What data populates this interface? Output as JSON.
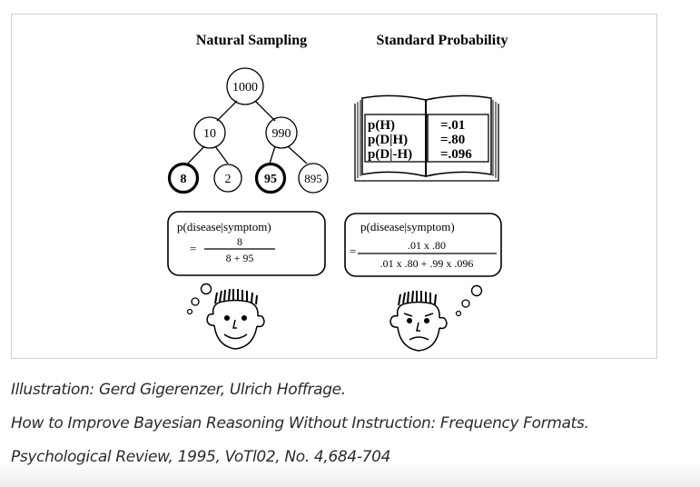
{
  "figure": {
    "left_panel": {
      "title": "Natural Sampling",
      "tree": {
        "root": "1000",
        "level1": [
          "10",
          "990"
        ],
        "level2": [
          "8",
          "2",
          "95",
          "895"
        ]
      },
      "formula": {
        "heading": "p(disease|symptom)",
        "equals": "=",
        "numerator": "8",
        "denominator": "8 + 95"
      }
    },
    "right_panel": {
      "title": "Standard Probability",
      "book": {
        "labels": [
          "p(H)",
          "p(D|H)",
          "p(D|-H)"
        ],
        "values": [
          "=.01",
          "=.80",
          "=.096"
        ]
      },
      "formula": {
        "heading": "p(disease|symptom)",
        "equals": "=",
        "numerator": ".01 x .80",
        "denominator": ".01 x .80 + .99 x .096"
      }
    }
  },
  "captions": [
    "Illustration: Gerd Gigerenzer, Ulrich Hoffrage.",
    "How to Improve Bayesian Reasoning Without Instruction: Frequency Formats.",
    "Psychological Review, 1995, VoTl02, No. 4,684-704"
  ]
}
